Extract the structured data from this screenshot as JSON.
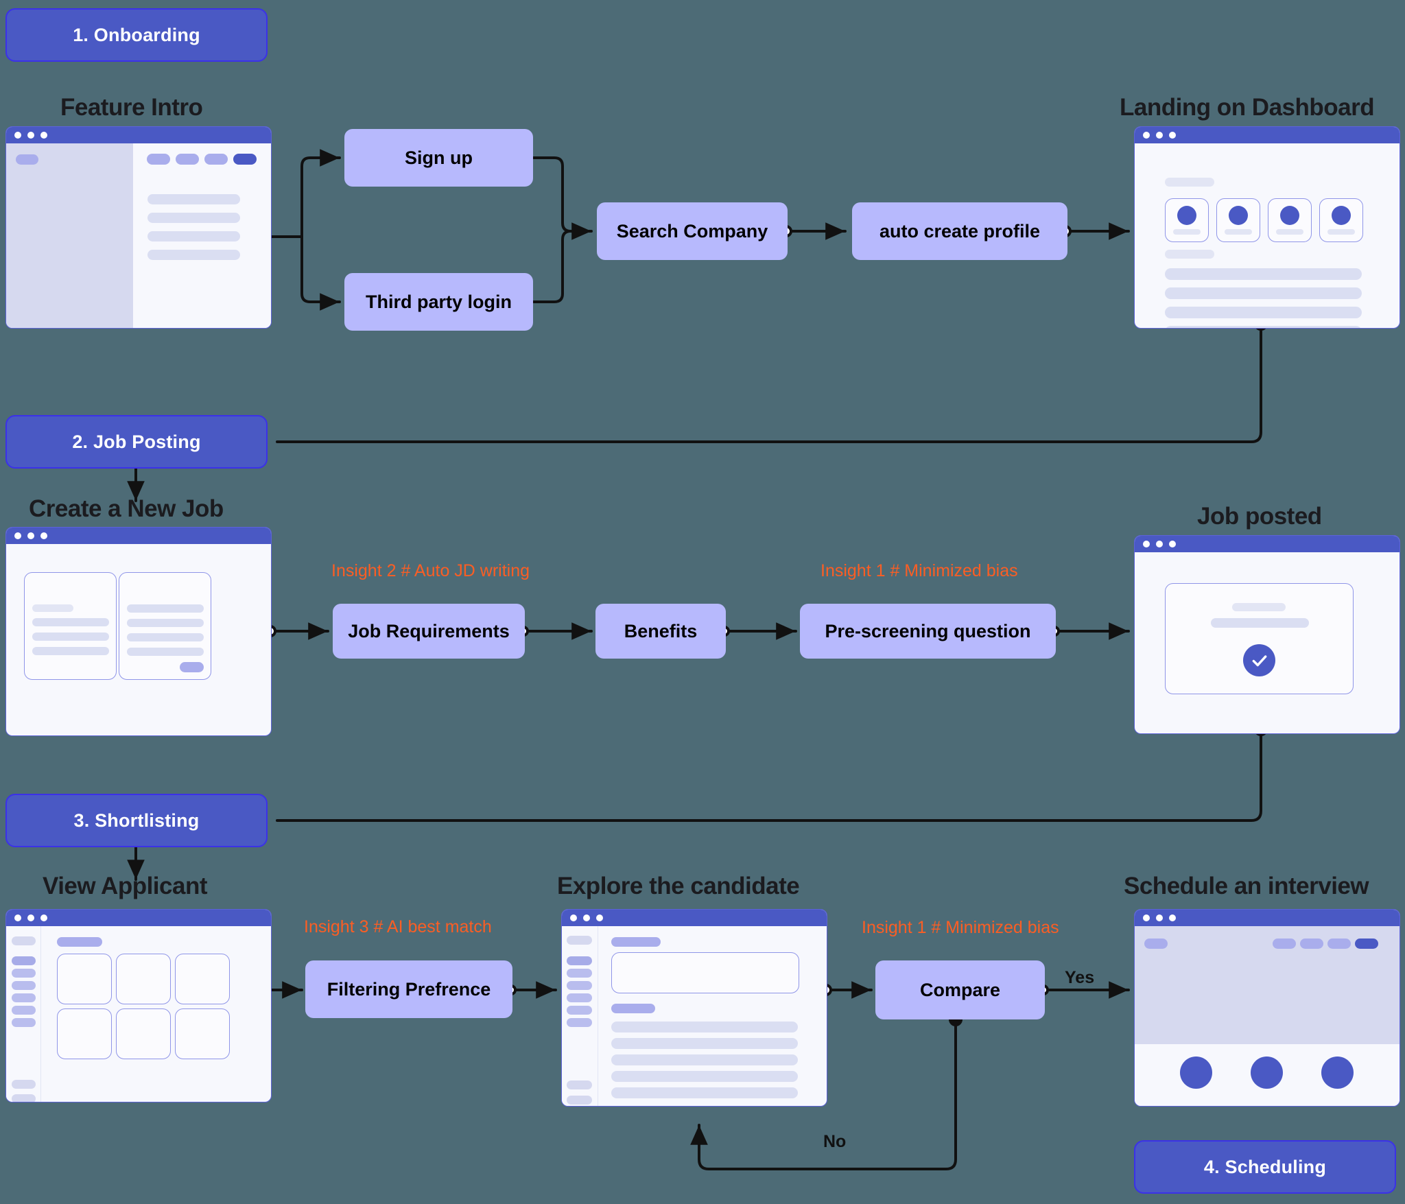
{
  "diagram": {
    "title": "Recruitment product user flow",
    "background_color": "#4d6b76",
    "accent_color": "#4a59c4",
    "node_color": "#b7b9fd",
    "insight_color": "#fb5e24"
  },
  "sections": [
    {
      "id": "onboarding",
      "label": "1. Onboarding"
    },
    {
      "id": "job-posting",
      "label": "2.  Job Posting"
    },
    {
      "id": "shortlisting",
      "label": "3.  Shortlisting"
    },
    {
      "id": "scheduling",
      "label": "4.  Scheduling"
    }
  ],
  "screens": [
    {
      "id": "feature-intro",
      "title": "Feature Intro"
    },
    {
      "id": "landing-dashboard",
      "title": "Landing on Dashboard"
    },
    {
      "id": "create-new-job",
      "title": "Create a New Job"
    },
    {
      "id": "job-posted",
      "title": "Job posted"
    },
    {
      "id": "view-applicant",
      "title": "View Applicant"
    },
    {
      "id": "explore-candidate",
      "title": "Explore the candidate"
    },
    {
      "id": "schedule-interview",
      "title": "Schedule an interview"
    }
  ],
  "nodes": [
    {
      "id": "sign-up",
      "label": "Sign up"
    },
    {
      "id": "third-party-login",
      "label": "Third party login"
    },
    {
      "id": "search-company",
      "label": "Search Company"
    },
    {
      "id": "auto-create-profile",
      "label": "auto create profile"
    },
    {
      "id": "job-requirements",
      "label": "Job Requirements"
    },
    {
      "id": "benefits",
      "label": "Benefits"
    },
    {
      "id": "pre-screening",
      "label": "Pre-screening question"
    },
    {
      "id": "filtering-preference",
      "label": "Filtering Prefrence"
    },
    {
      "id": "compare",
      "label": "Compare"
    }
  ],
  "insights": [
    {
      "id": "insight-auto-jd",
      "label": "Insight 2 # Auto JD writing"
    },
    {
      "id": "insight-minimized-bias",
      "label": "Insight 1 # Minimized bias"
    },
    {
      "id": "insight-ai-best-match",
      "label": "Insight 3 #  AI best match"
    },
    {
      "id": "insight-minimized-bias-2",
      "label": "Insight 1 # Minimized bias"
    }
  ],
  "edge_labels": [
    {
      "id": "edge-yes",
      "label": "Yes"
    },
    {
      "id": "edge-no",
      "label": "No"
    }
  ]
}
